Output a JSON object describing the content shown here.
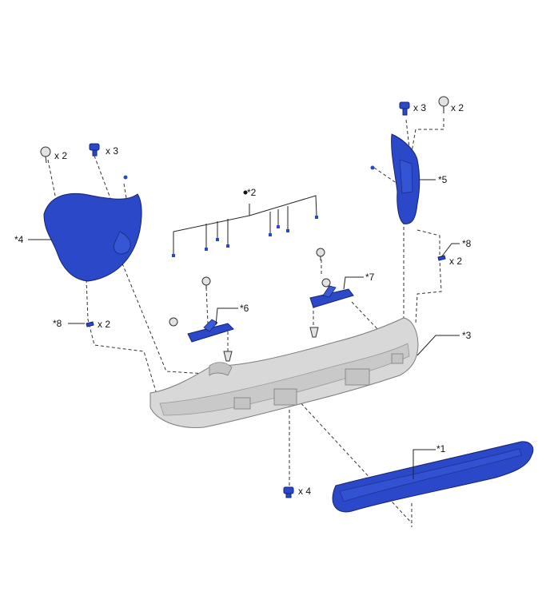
{
  "diagram": {
    "callouts": {
      "c1": "*1",
      "c2": "*2",
      "c3": "*3",
      "c4": "*4",
      "c5": "*5",
      "c6": "*6",
      "c7": "*7",
      "c8a": "*8",
      "c8b": "*8"
    },
    "quantities": {
      "q_left_bolt": "x 2",
      "q_left_clip": "x 3",
      "q_right_clip": "x 3",
      "q_right_bolt": "x 2",
      "q_right_8": "x 2",
      "q_left_8": "x 2",
      "q_bottom": "x 4"
    },
    "colors": {
      "part_blue": "#2a48c8",
      "bumper_silver": "#d8d8d8"
    }
  }
}
